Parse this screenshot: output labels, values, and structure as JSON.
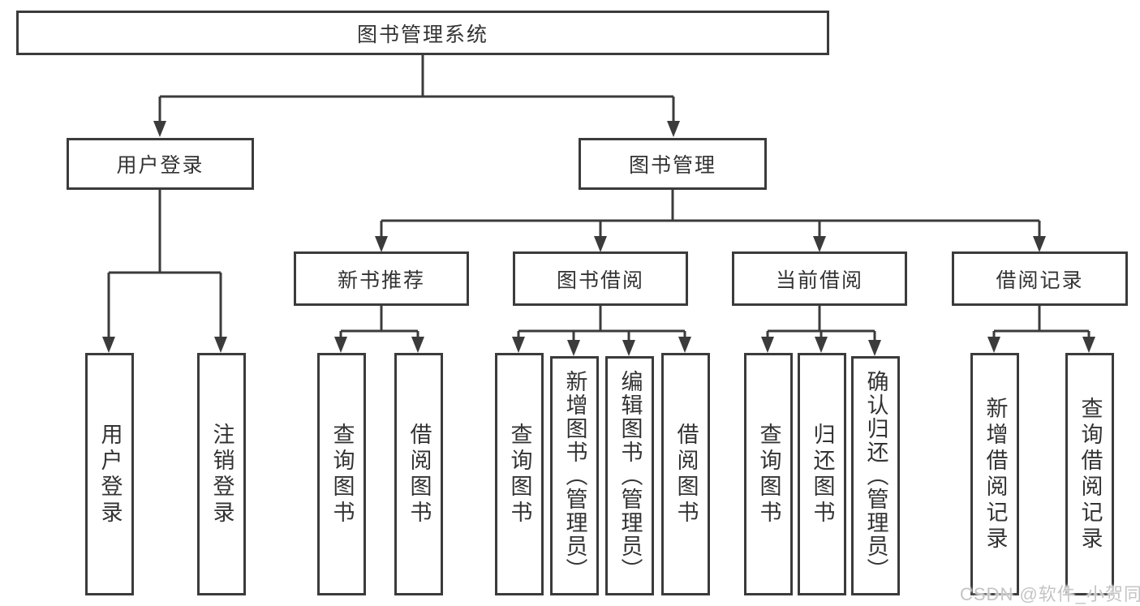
{
  "root": {
    "label": "图书管理系统"
  },
  "level2": {
    "user_login": {
      "label": "用户登录",
      "children": [
        "用户登录",
        "注销登录"
      ]
    },
    "book_management": {
      "label": "图书管理"
    }
  },
  "level3": {
    "new_book_recommend": {
      "label": "新书推荐",
      "children": [
        "查询图书",
        "借阅图书"
      ]
    },
    "book_borrowing": {
      "label": "图书借阅",
      "children": [
        "查询图书",
        "新增图书（管理员）",
        "编辑图书（管理员）",
        "借阅图书"
      ]
    },
    "current_borrowing": {
      "label": "当前借阅",
      "children": [
        "查询图书",
        "归还图书",
        "确认归还（管理员）"
      ]
    },
    "borrowing_records": {
      "label": "借阅记录",
      "children": [
        "新增借阅记录",
        "查询借阅记录"
      ]
    }
  },
  "watermark": "CSDN @软件_小贺同学",
  "colors": {
    "line": "#3b3b3b",
    "text": "#333333",
    "background": "#ffffff",
    "watermark_text": "#c4c4c4"
  }
}
